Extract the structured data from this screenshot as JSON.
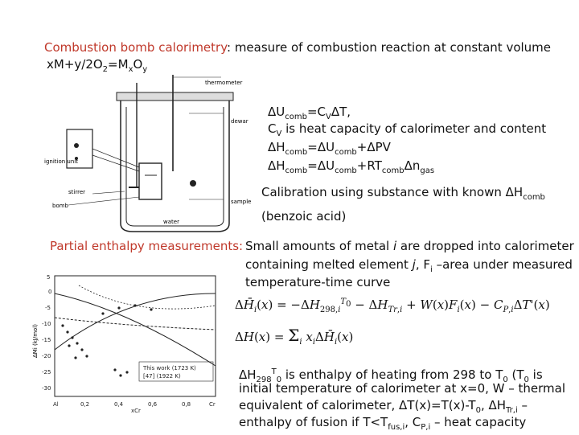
{
  "header": {
    "title_label": "Combustion bomb calorimetry",
    "title_rest": ": measure of combustion reaction at constant volume",
    "reaction": "xM+y/2O2=MxOy"
  },
  "figure1": {
    "labels": [
      "thermometer",
      "ignition unit",
      "dewar",
      "stirrer",
      "bomb",
      "sample",
      "water"
    ]
  },
  "equations": {
    "line1": "ΔUcomb=CVΔT,",
    "line2": "CV is heat capacity of calorimeter and content",
    "line3": "ΔHcomb=ΔUcomb+ΔPV",
    "line4": "ΔHcomb=ΔUcomb+RTcombΔngas"
  },
  "calibration": {
    "line1": "Calibration using substance with known ΔHcomb",
    "line2": "(benzoic acid)"
  },
  "partial": {
    "label": "Partial enthalpy measurements:",
    "line1": "Small amounts of metal i are dropped into calorimeter",
    "line2": "containing melted element j, Fi –area under measured",
    "line3": "temperature-time curve"
  },
  "figure2": {
    "y_ticks": [
      "5",
      "0",
      "-5",
      "-10",
      "-15",
      "-20",
      "-25",
      "-30"
    ],
    "x_ticks": [
      "0,2",
      "0,4",
      "0,6",
      "0,8"
    ],
    "x_left": "Al",
    "x_right": "Cr",
    "y_label": "ΔMi (kJ/mol)",
    "x_label": "xCr",
    "legend": "This work (1723 K)",
    "legend2": "[47] (1922 K)"
  },
  "formula": {
    "eq1": "ΔH̄i(x) = −ΔH298,i T0 − ΔHTr,i + W(x)Fi(x) − CP,i ΔT'(x)",
    "eq2": "ΔH(x) = Σ xi ΔH̄i(x)"
  },
  "bottom": {
    "line1": "ΔH298T0 is enthalpy of heating from 298 to T0 (T0 is",
    "line2": "initial temperature of calorimeter at x=0, W – thermal",
    "line3": "equivalent of calorimeter, ΔT(x)=T(x)-T0, ΔHTr,i –",
    "line4": "enthalpy of fusion if T<Tfus,i, CP,i – heat capacity"
  }
}
